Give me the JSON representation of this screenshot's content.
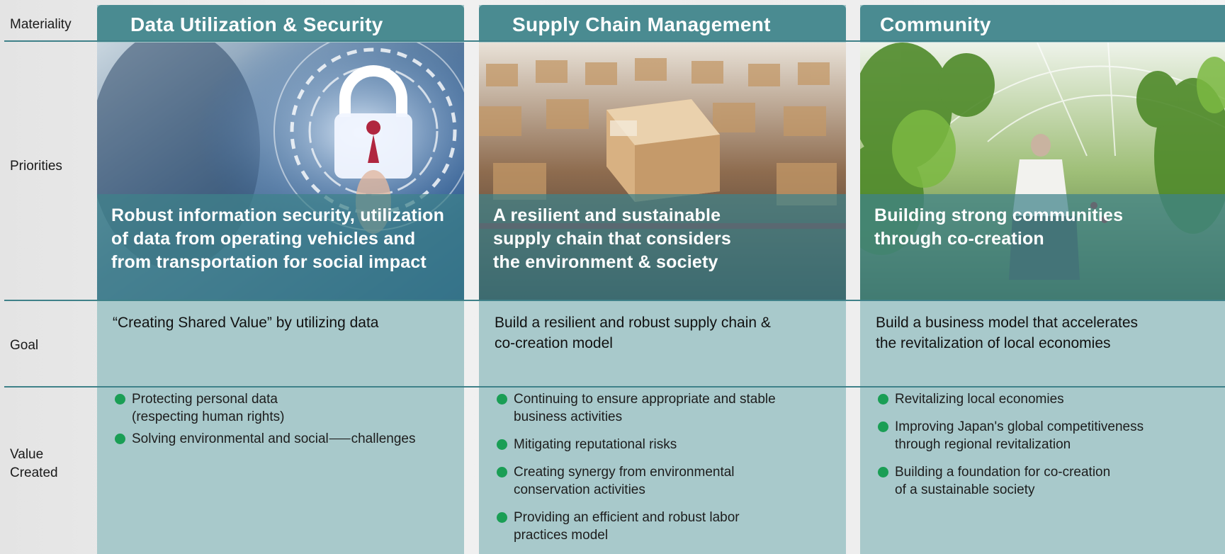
{
  "row_labels": {
    "materiality": "Materiality",
    "priorities": "Priorities",
    "goal": "Goal",
    "value_created": "Value\nCreated"
  },
  "columns": [
    {
      "title": "Data Utilization & Security",
      "image_icon": "padlock-security-image",
      "priority": "Robust information security, utilization\nof data from operating vehicles and\nfrom transportation for social impact",
      "goal": "“Creating Shared Value” by utilizing data",
      "values": [
        "Protecting personal data\n(respecting human rights)",
        "Solving environmental and social⸺challenges"
      ]
    },
    {
      "title": "Supply Chain Management",
      "image_icon": "cardboard-boxes-image",
      "priority": "A resilient and sustainable\nsupply chain that considers\nthe environment & society",
      "goal": "Build a resilient and robust supply chain &\nco-creation model",
      "values": [
        "Continuing to ensure appropriate and stable\nbusiness activities",
        "Mitigating reputational risks",
        "Creating synergy from environmental\nconservation activities",
        "Providing an efficient and robust labor\npractices model"
      ]
    },
    {
      "title": "Community",
      "image_icon": "greenhouse-farmer-image",
      "priority": "Building strong communities\nthrough co-creation",
      "goal": "Build a business model that accelerates\nthe revitalization of local economies",
      "values": [
        "Revitalizing local economies",
        "Improving Japan's global competitiveness\nthrough regional revitalization",
        "Building a foundation for co-creation\nof a sustainable society"
      ]
    }
  ],
  "colors": {
    "header": "#4a8b91",
    "panel": "#a8c9cb",
    "bullet": "#1a9e55",
    "divider": "#3f8189"
  }
}
